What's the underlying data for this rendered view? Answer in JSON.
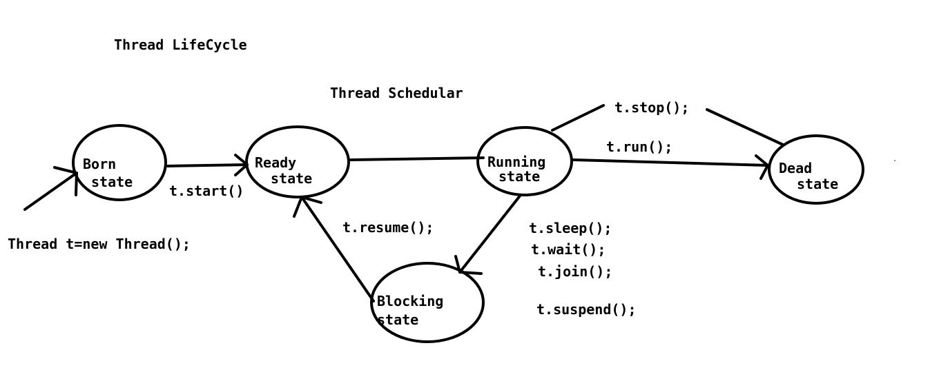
{
  "title": "Thread LifeCycle",
  "scheduler_label": "Thread Schedular",
  "constructor_code": "Thread t=new Thread();",
  "states": {
    "born": [
      "Born",
      "state"
    ],
    "ready": [
      "Ready",
      "state"
    ],
    "running": [
      "Running",
      "state"
    ],
    "dead": [
      "Dead",
      "state"
    ],
    "blocking": [
      "Blocking",
      "state"
    ]
  },
  "transitions": {
    "start": "t.start()",
    "run": "t.run();",
    "stop": "t.stop();",
    "resume": "t.resume();",
    "sleep": "t.sleep();",
    "wait": "t.wait();",
    "join": "t.join();",
    "suspend": "t.suspend();"
  },
  "colors": {
    "ink": "#000000",
    "background": "#ffffff"
  }
}
